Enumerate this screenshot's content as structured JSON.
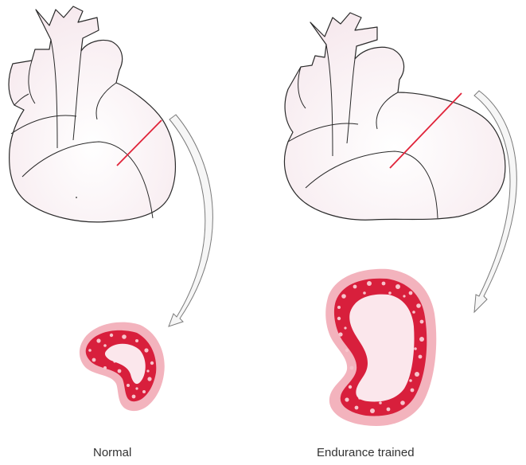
{
  "captions": {
    "normal": "Normal",
    "trained": "Endurance trained"
  },
  "colors": {
    "heart_fill": "#fbf4f6",
    "outline": "#2a2a2a",
    "cut_line": "#e0243a",
    "wall_outer": "#f3b3bd",
    "muscle_fiber": "#d81f3c",
    "cavity": "#fbe7ec",
    "arrow_fill": "#f6f6f6",
    "arrow_stroke": "#7a7a7a"
  },
  "icons": {
    "heart": "heart-illustration",
    "section": "ventricle-cross-section",
    "arrow": "curved-arrow"
  }
}
